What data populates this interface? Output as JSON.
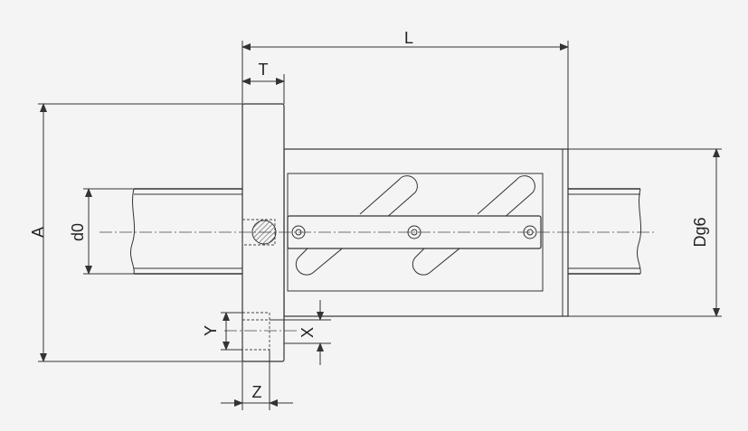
{
  "drawing": {
    "title": "",
    "labels": {
      "L": "L",
      "T": "T",
      "A": "A",
      "d0": "d0",
      "Dg6": "Dg6",
      "Y": "Y",
      "X": "X",
      "Z": "Z"
    },
    "colors": {
      "background": "#f4f4f4",
      "line": "#333333",
      "hatch": "#555555"
    }
  }
}
